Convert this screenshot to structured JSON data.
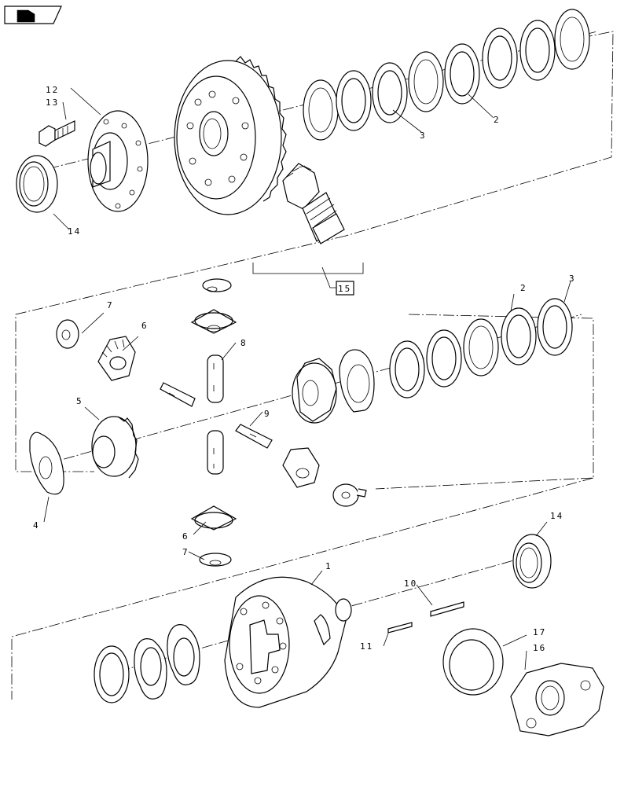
{
  "nav_icon": "back-page-icon",
  "callouts": {
    "c12a": "12",
    "c13": "13",
    "c14a": "14",
    "c3a": "3",
    "c2a": "2",
    "c15": "15",
    "c7a": "7",
    "c6a": "6",
    "c8": "8",
    "c2b": "2",
    "c3b": "3",
    "c5": "5",
    "c9": "9",
    "c4": "4",
    "c6b": "6",
    "c7b": "7",
    "c1": "1",
    "c14b": "14",
    "c10": "10",
    "c17": "17",
    "c16": "16",
    "c11": "11"
  }
}
